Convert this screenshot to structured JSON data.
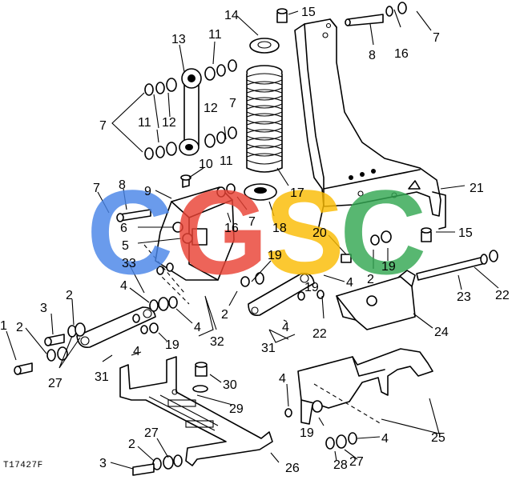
{
  "watermark": {
    "letters": [
      "C",
      "G",
      "S",
      "C"
    ],
    "colors": [
      "#4a86e8",
      "#ea4335",
      "#fbbc05",
      "#34a853"
    ]
  },
  "figure_code": "T17427F",
  "callouts": [
    "14",
    "15",
    "16",
    "7",
    "13",
    "11",
    "8",
    "12",
    "7",
    "7",
    "11",
    "12",
    "11",
    "10",
    "17",
    "21",
    "7",
    "8",
    "9",
    "6",
    "16",
    "7",
    "18",
    "15",
    "5",
    "20",
    "19",
    "33",
    "2",
    "19",
    "4",
    "4",
    "3",
    "2",
    "19",
    "23",
    "22",
    "1",
    "2",
    "4",
    "32",
    "2",
    "4",
    "22",
    "24",
    "31",
    "19",
    "31",
    "27",
    "4",
    "30",
    "29",
    "4",
    "25",
    "2",
    "27",
    "19",
    "4",
    "3",
    "26",
    "28",
    "27"
  ]
}
